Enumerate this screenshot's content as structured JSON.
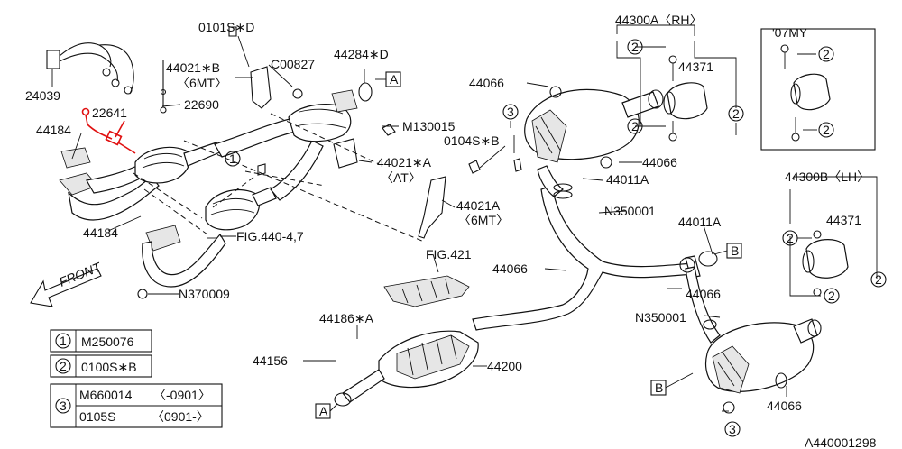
{
  "labels": {
    "p24039": "24039",
    "p22641": "22641",
    "p44184a": "44184",
    "p44184b": "44184",
    "p0101s": "0101S∗D",
    "p44021b": "44021∗B",
    "p6mt_a": "〈6MT〉",
    "p22690": "22690",
    "pc00827": "C00827",
    "p44284": "44284∗D",
    "pm130015": "M130015",
    "p0104s": "0104S∗B",
    "p44021a_at": "44021∗A",
    "p_at": "〈AT〉",
    "p44021a": "44021A",
    "p6mt_b": "〈6MT〉",
    "pfig440": "FIG.440-4,7",
    "pfig421": "FIG.421",
    "pn370009": "N370009",
    "p44186": "44186∗A",
    "p44156": "44156",
    "p44200": "44200",
    "p44066a": "44066",
    "p44066b": "44066",
    "p44066c": "44066",
    "p44066d": "44066",
    "p44066e": "44066",
    "p44300a": "44300A〈RH〉",
    "p44371a": "44371",
    "p44011a_top": "44011A",
    "pn350001a": "N350001",
    "p44011a_mid": "44011A",
    "pn350001b": "N350001",
    "p44300b": "44300B〈LH〉",
    "p44371b": "44371",
    "p07my": "'07MY",
    "front": "FRONT",
    "ref_a": "A",
    "ref_b": "B",
    "call_1": "1",
    "call_2": "2",
    "call_3": "3",
    "diagram_id": "A440001298"
  },
  "legend": {
    "row1": {
      "num": "1",
      "code": "M250076"
    },
    "row2": {
      "num": "2",
      "code": "0100S∗B"
    },
    "row3": {
      "num": "3",
      "code_a": "M660014",
      "range_a": "〈-0901〉",
      "code_b": "0105S",
      "range_b": "〈0901-〉"
    }
  },
  "colors": {
    "highlight": "#e01010",
    "line": "#111111"
  }
}
